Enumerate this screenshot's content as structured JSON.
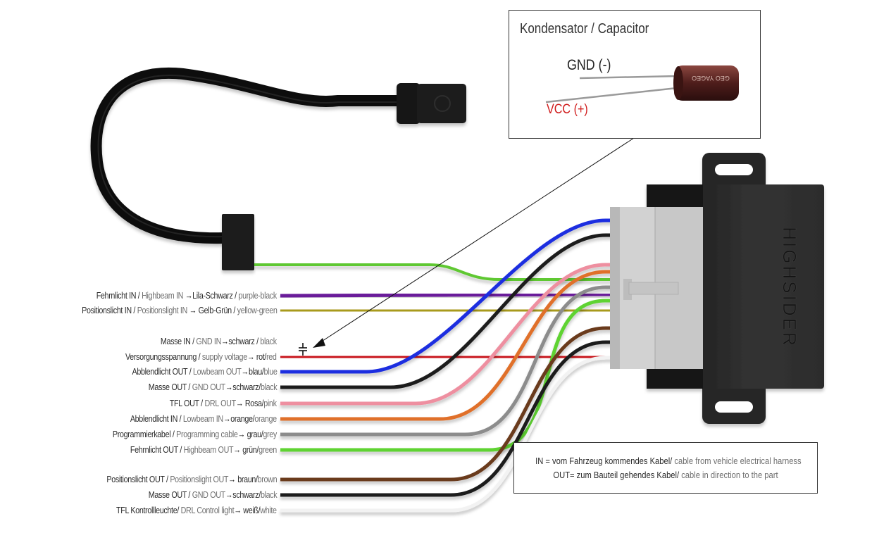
{
  "callout": {
    "title": "Kondensator  / Capacitor",
    "gnd_label": "GND (-)",
    "vcc_label": "VCC (+)",
    "capacitor_print": "GEO YAGEO"
  },
  "brand": "HIGHSIDER",
  "wires": [
    {
      "de": "Fehrnlicht IN / ",
      "en": "Highbeam IN ",
      "arrow": "→",
      "color_de": "Lila-Schwarz / ",
      "color_en": " purple-black",
      "hex": "#6a1b9a"
    },
    {
      "de": "Positionslicht IN / ",
      "en": "Positionslight IN ",
      "arrow": "→",
      "color_de": " Gelb-Grün / ",
      "color_en": "yellow-green",
      "hex": "#a89a1c"
    },
    {
      "de": "Masse IN / ",
      "en": "GND IN",
      "arrow": "→",
      "color_de": "schwarz / ",
      "color_en": "black",
      "hex": "#1c1c1c"
    },
    {
      "de": "Versorgungsspannung / ",
      "en": "supply voltage",
      "arrow": "→",
      "color_de": " rot/",
      "color_en": "red",
      "hex": "#c8191e"
    },
    {
      "de": "Abblendlicht OUT / ",
      "en": "Lowbeam OUT",
      "arrow": "→",
      "color_de": "blau/",
      "color_en": "blue",
      "hex": "#1f2fe0"
    },
    {
      "de": "Masse OUT / ",
      "en": "GND OUT",
      "arrow": "→",
      "color_de": "schwarz/",
      "color_en": "black",
      "hex": "#1c1c1c"
    },
    {
      "de": "TFL OUT / ",
      "en": "DRL OUT",
      "arrow": "→",
      "color_de": " Rosa/",
      "color_en": "pink",
      "hex": "#ee8fa0"
    },
    {
      "de": "Abblendlicht IN / ",
      "en": "Lowbeam IN",
      "arrow": "→",
      "color_de": "orange/",
      "color_en": "orange",
      "hex": "#e0702a"
    },
    {
      "de": "Programmierkabel / ",
      "en": "Programming cable",
      "arrow": "→",
      "color_de": " grau/",
      "color_en": "grey",
      "hex": "#8c8c8c"
    },
    {
      "de": "Fehrnlicht OUT / ",
      "en": "Highbeam OUT",
      "arrow": "→",
      "color_de": " grün/",
      "color_en": "green",
      "hex": "#5fd332"
    },
    {
      "de": "Positionslicht OUT / ",
      "en": "Positionslight OUT",
      "arrow": "→",
      "color_de": " braun/",
      "color_en": "brown",
      "hex": "#6b3a1e"
    },
    {
      "de": "Masse OUT / ",
      "en": "GND OUT",
      "arrow": "→",
      "color_de": "schwarz/",
      "color_en": "black",
      "hex": "#1c1c1c"
    },
    {
      "de": "TFL Kontrollleuchte/ ",
      "en": "DRL Control light",
      "arrow": "→",
      "color_de": "  weiß/",
      "color_en": "white",
      "hex": "#eeeeee"
    }
  ],
  "top_wires": [
    {
      "name": "pink",
      "hex": "#e88c98"
    },
    {
      "name": "black",
      "hex": "#1c1c1c"
    },
    {
      "name": "blue",
      "hex": "#2a6fc9"
    },
    {
      "name": "green",
      "hex": "#5fc832"
    }
  ],
  "legend": {
    "line1_de": "IN = vom Fahrzeug kommendes Kabel/",
    "line1_en": " cable from vehicle electrical harness",
    "line2_de": "OUT= zum Bauteil gehendes Kabel/",
    "line2_en": " cable in direction to the part"
  }
}
